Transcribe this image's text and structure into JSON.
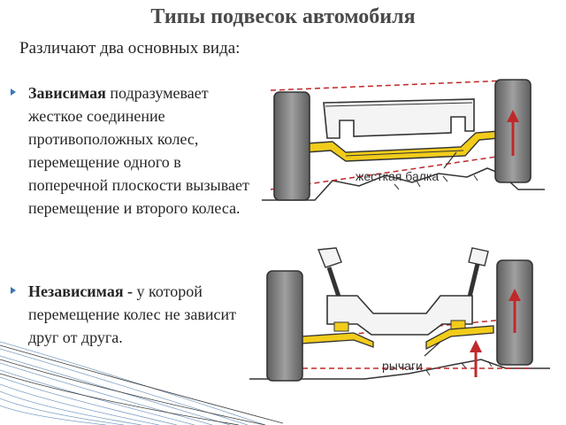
{
  "title": "Типы подвесок автомобиля",
  "subtitle": "Различают два основных вида:",
  "bullets": [
    {
      "term": "Зависимая",
      "text": " подразумевает жесткое соединение противоположных колес, перемещение одного в поперечной плоскости вызывает перемещение и второго колеса."
    },
    {
      "term": "Независимая -",
      "text": " у которой перемещение колес не зависит друг от друга."
    }
  ],
  "figures": {
    "dependent_label": "жесткая балка",
    "independent_label": "рычаги"
  },
  "colors": {
    "title": "#4a4a4a",
    "bullet_marker": "#3a77b6",
    "beam": "#f2cc1a",
    "arrow": "#c0282a",
    "dashed_line": "#c0282a",
    "tire": "#7a7a7a"
  }
}
